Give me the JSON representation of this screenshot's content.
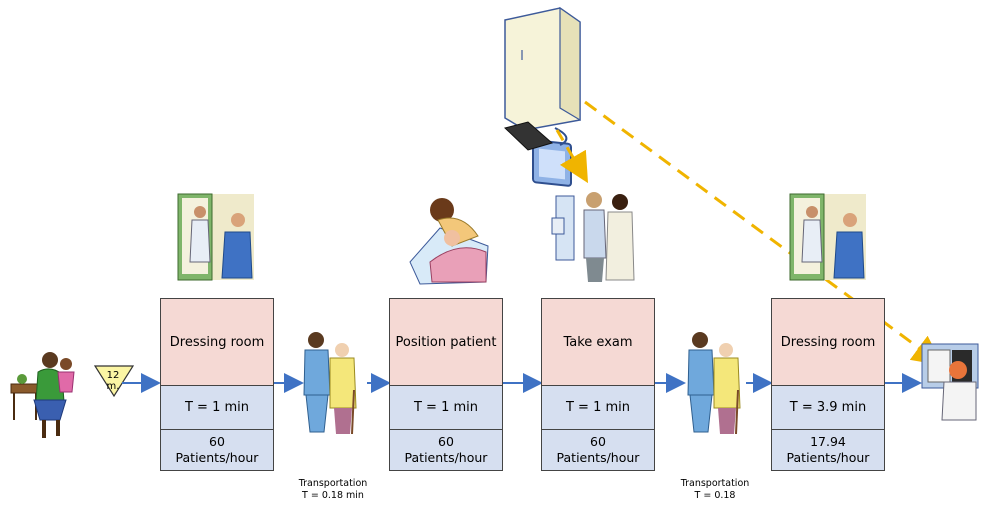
{
  "inventory": {
    "line1": "12",
    "line2": "m."
  },
  "processes": [
    {
      "name": "Dressing room",
      "time": "T = 1 min",
      "rate_value": "60",
      "rate_unit": "Patients/hour"
    },
    {
      "name": "Position patient",
      "time": "T = 1 min",
      "rate_value": "60",
      "rate_unit": "Patients/hour"
    },
    {
      "name": "Take exam",
      "time": "T = 1 min",
      "rate_value": "60",
      "rate_unit": "Patients/hour"
    },
    {
      "name": "Dressing room",
      "time": "T = 3.9 min",
      "rate_value": "17.94",
      "rate_unit": "Patients/hour"
    }
  ],
  "transports": [
    {
      "label": "Transportation",
      "time": "T = 0.18 min"
    },
    {
      "label": "Transportation",
      "time": "T = 0.18"
    }
  ],
  "colors": {
    "process_header": "#f5d9d4",
    "process_body": "#d6dff0",
    "flow_arrow": "#3f72c4",
    "info_arrow": "#f0b400",
    "inventory_triangle": "#fbf5a4"
  }
}
